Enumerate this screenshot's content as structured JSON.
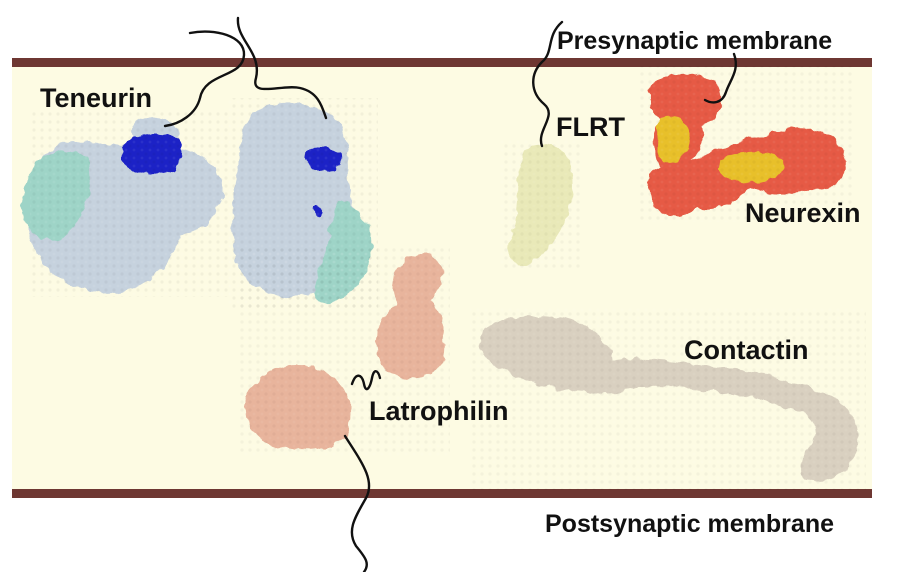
{
  "colors": {
    "cleft": "#fdfbe3",
    "membrane": "#6e3732",
    "tether": "#111111",
    "teneurin": "#c6d2de",
    "teneurin_accent": "#9ed4c7",
    "teneurin_site": "#1a22c6",
    "flrt": "#e9e9b8",
    "neurexin": "#e65a45",
    "neurexin_partner": "#e8c02c",
    "latrophilin": "#e8b49c",
    "contactin": "#d9d0c0"
  },
  "membranes": {
    "presynaptic": "Presynaptic membrane",
    "postsynaptic": "Postsynaptic membrane"
  },
  "proteins": {
    "teneurin": "Teneurin",
    "flrt": "FLRT",
    "neurexin": "Neurexin",
    "latrophilin": "Latrophilin",
    "contactin": "Contactin"
  }
}
